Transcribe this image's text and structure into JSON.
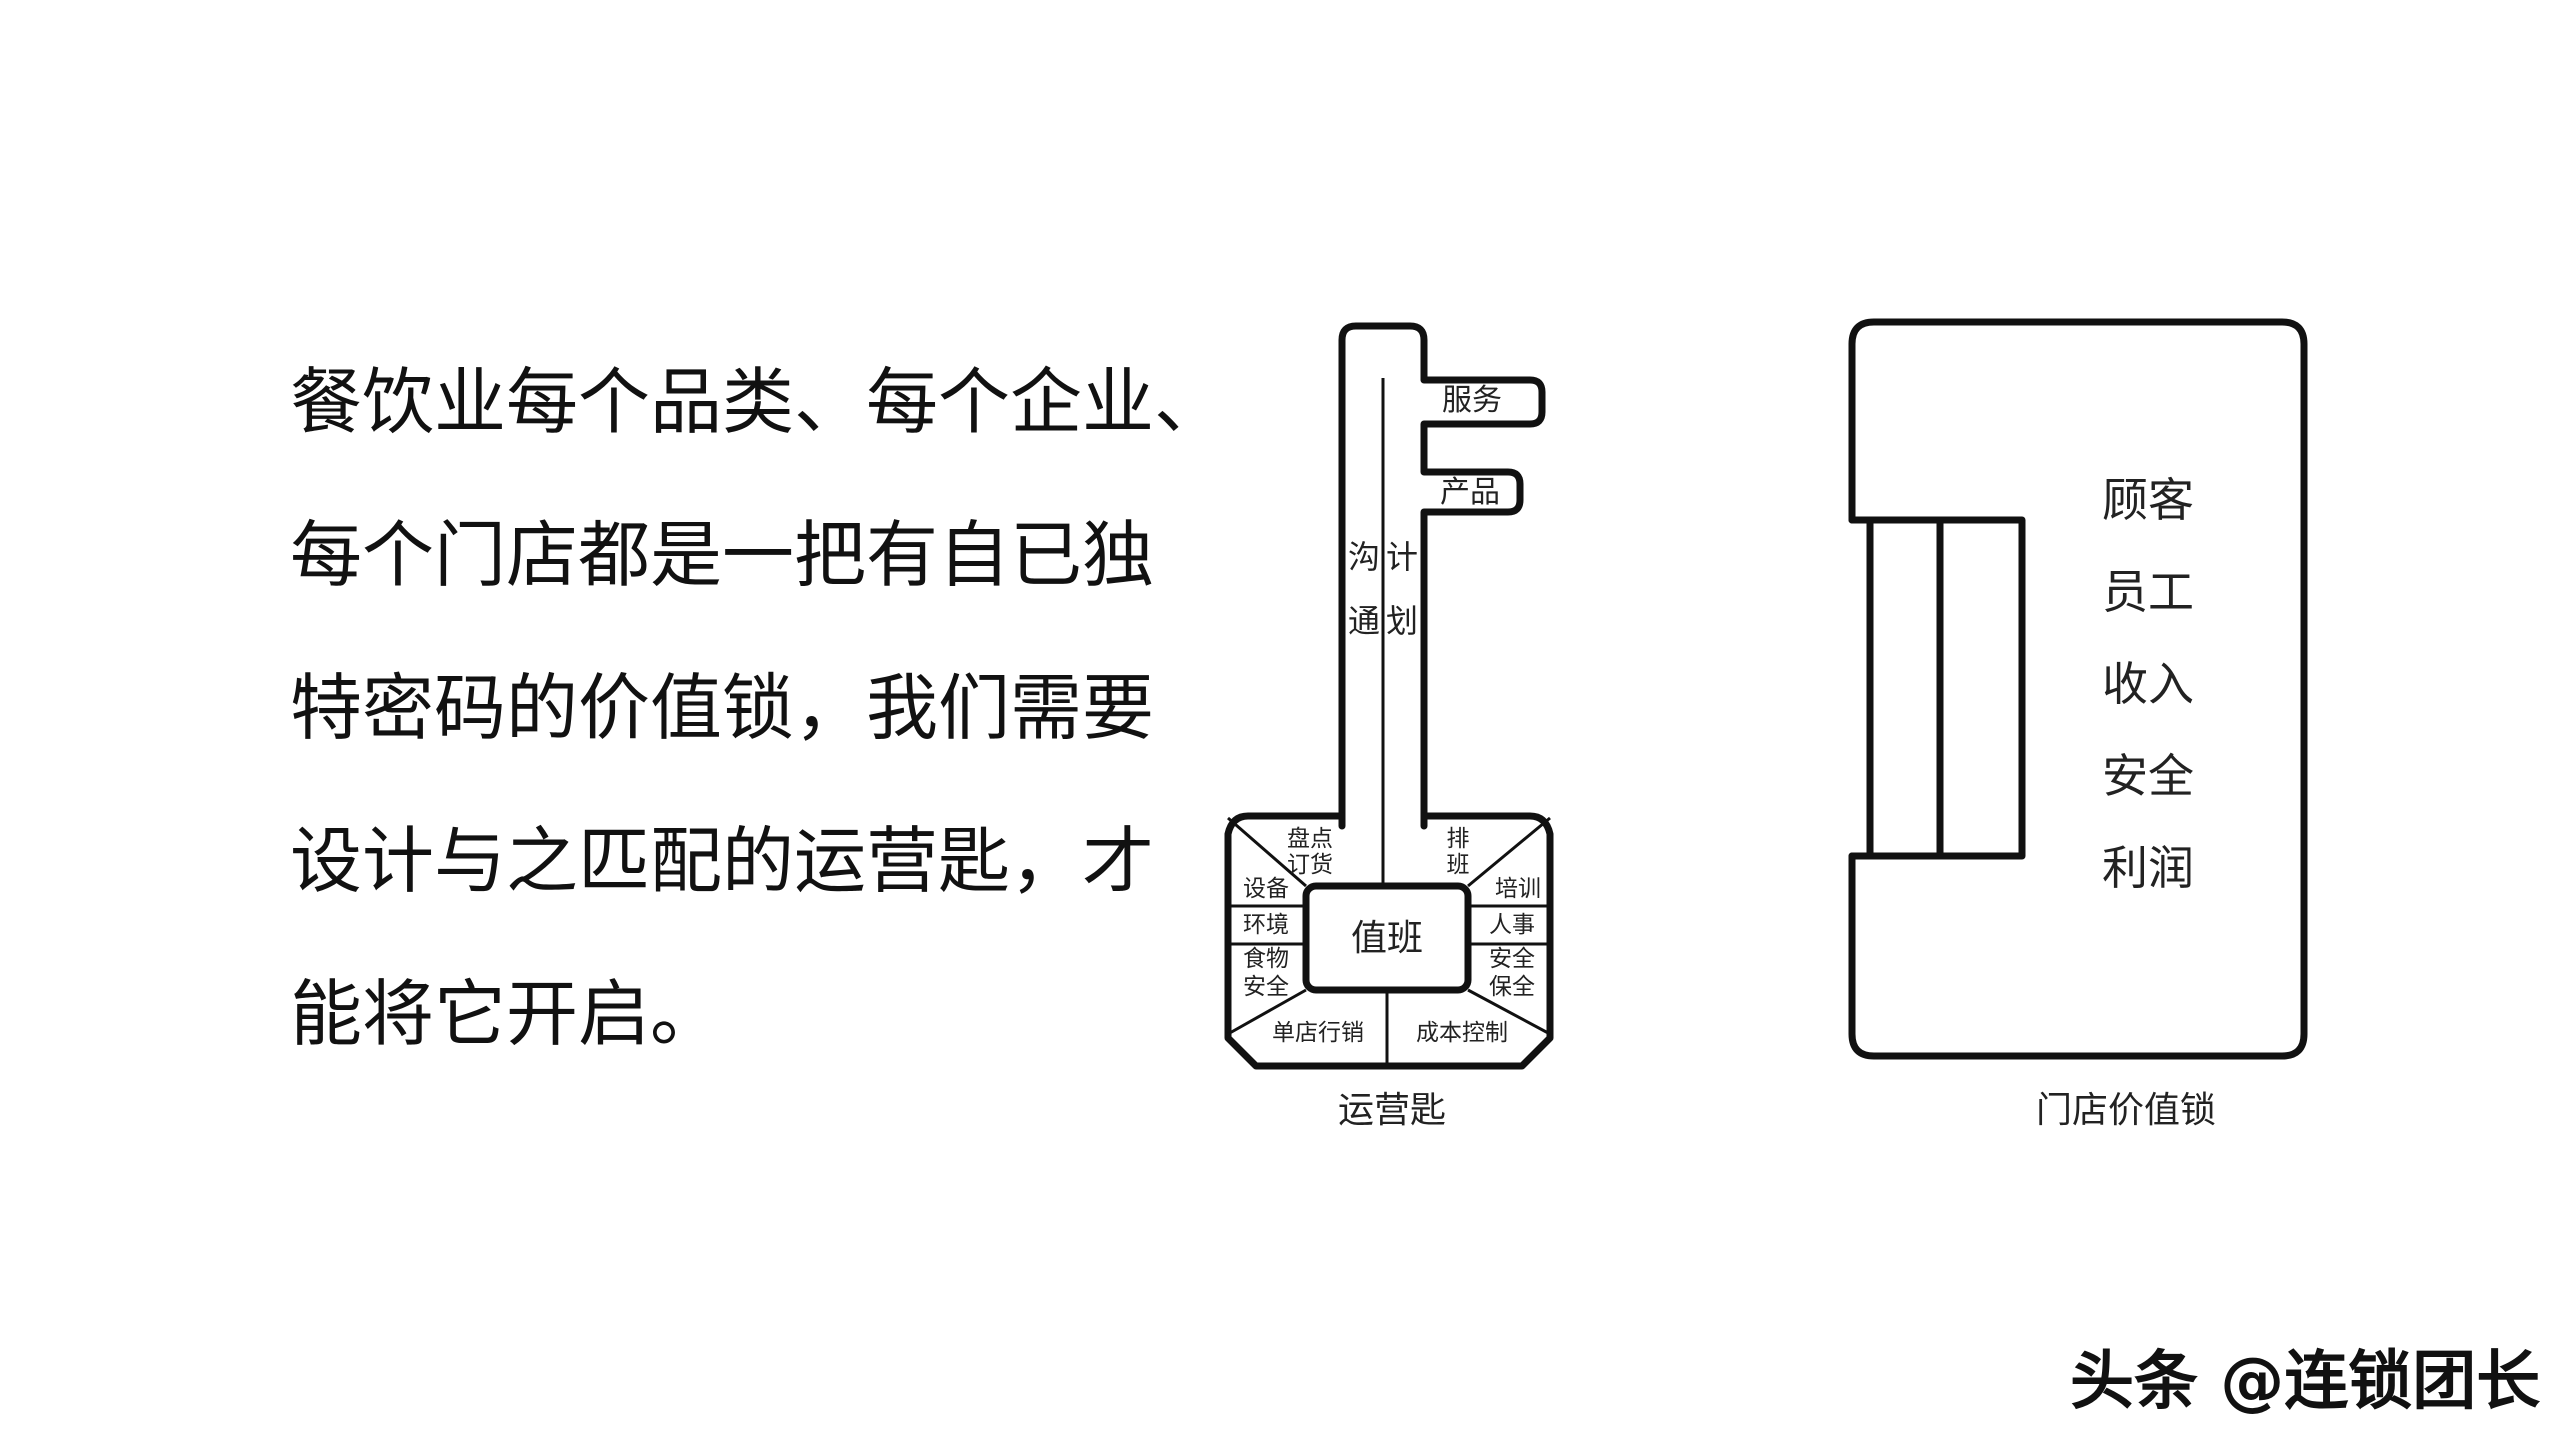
{
  "text_lines": [
    "餐饮业每个品类、每个企业、",
    "每个门店都是一把有自已独",
    "特密码的价值锁，我们需要",
    "设计与之匹配的运营匙，才",
    "能将它开启。"
  ],
  "key": {
    "teeth": [
      "服务",
      "产品"
    ],
    "shaft_left": [
      "沟",
      "通"
    ],
    "shaft_right": [
      "计",
      "划"
    ],
    "center": "值班",
    "segments": {
      "top_left": [
        "盘点",
        "订货"
      ],
      "equipment": "设备",
      "environment": "环境",
      "food_safety": [
        "食物",
        "安全"
      ],
      "bottom_left": "单店行销",
      "bottom_right": "成本控制",
      "security": [
        "安全",
        "保全"
      ],
      "personnel": "人事",
      "training": "培训",
      "scheduling": [
        "排",
        "班"
      ]
    },
    "caption": "运营匙"
  },
  "lock": {
    "items": [
      "顾客",
      "员工",
      "收入",
      "安全",
      "利润"
    ],
    "caption": "门店价值锁"
  },
  "watermark": "头条 @连锁团长"
}
